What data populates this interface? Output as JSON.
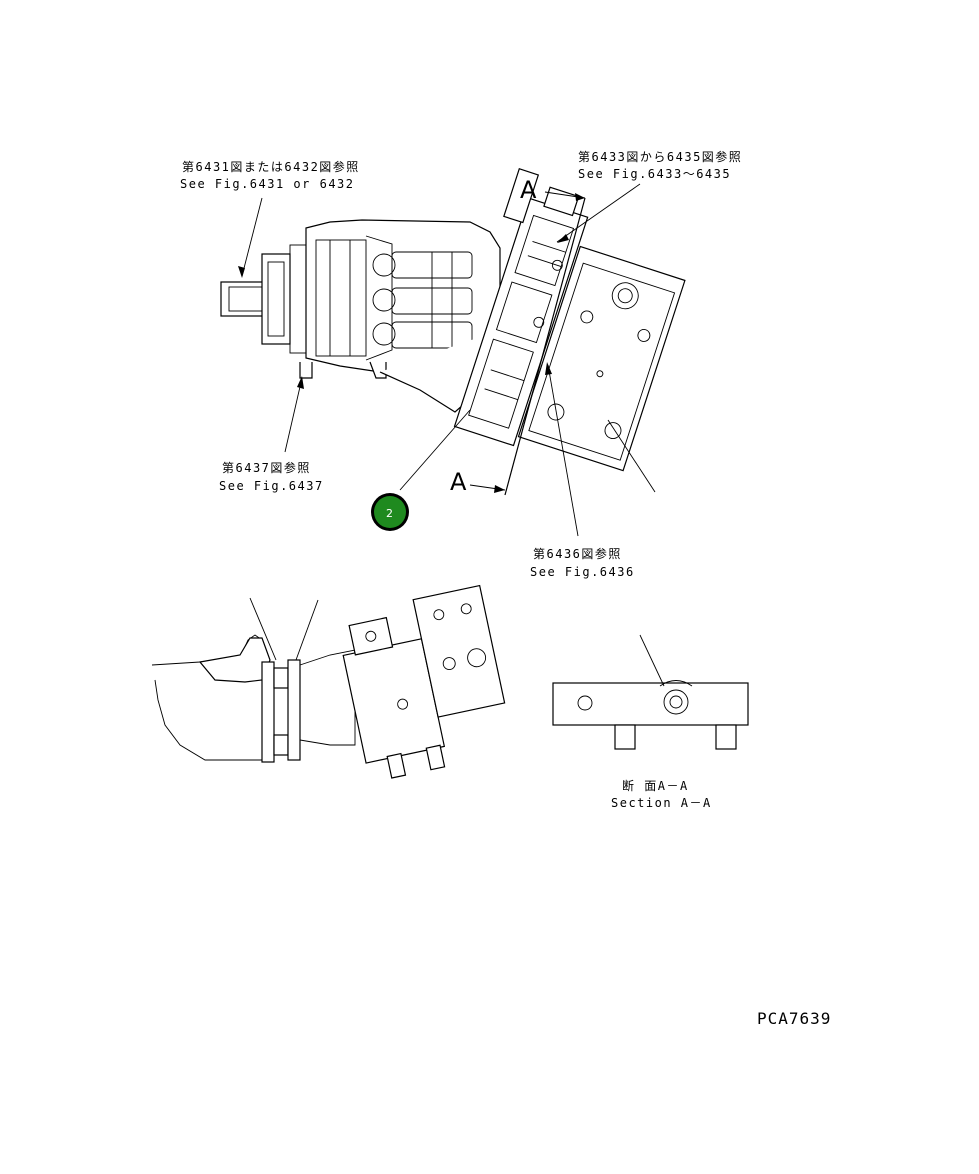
{
  "references": {
    "fig6431": {
      "jp": "第6431図または6432図参照",
      "en": "See Fig.6431 or 6432"
    },
    "fig6433": {
      "jp": "第6433図から6435図参照",
      "en": "See Fig.6433～6435"
    },
    "fig6437": {
      "jp": "第6437図参照",
      "en": "See Fig.6437"
    },
    "fig6436": {
      "jp": "第6436図参照",
      "en": "See Fig.6436"
    }
  },
  "section_marks": {
    "top": "A",
    "bottom": "A"
  },
  "callout": {
    "number": "2",
    "color": "#1f8a1f"
  },
  "section_view": {
    "jp": "断 面A－A",
    "en": "Section A－A"
  },
  "part_number": "PCA7639"
}
